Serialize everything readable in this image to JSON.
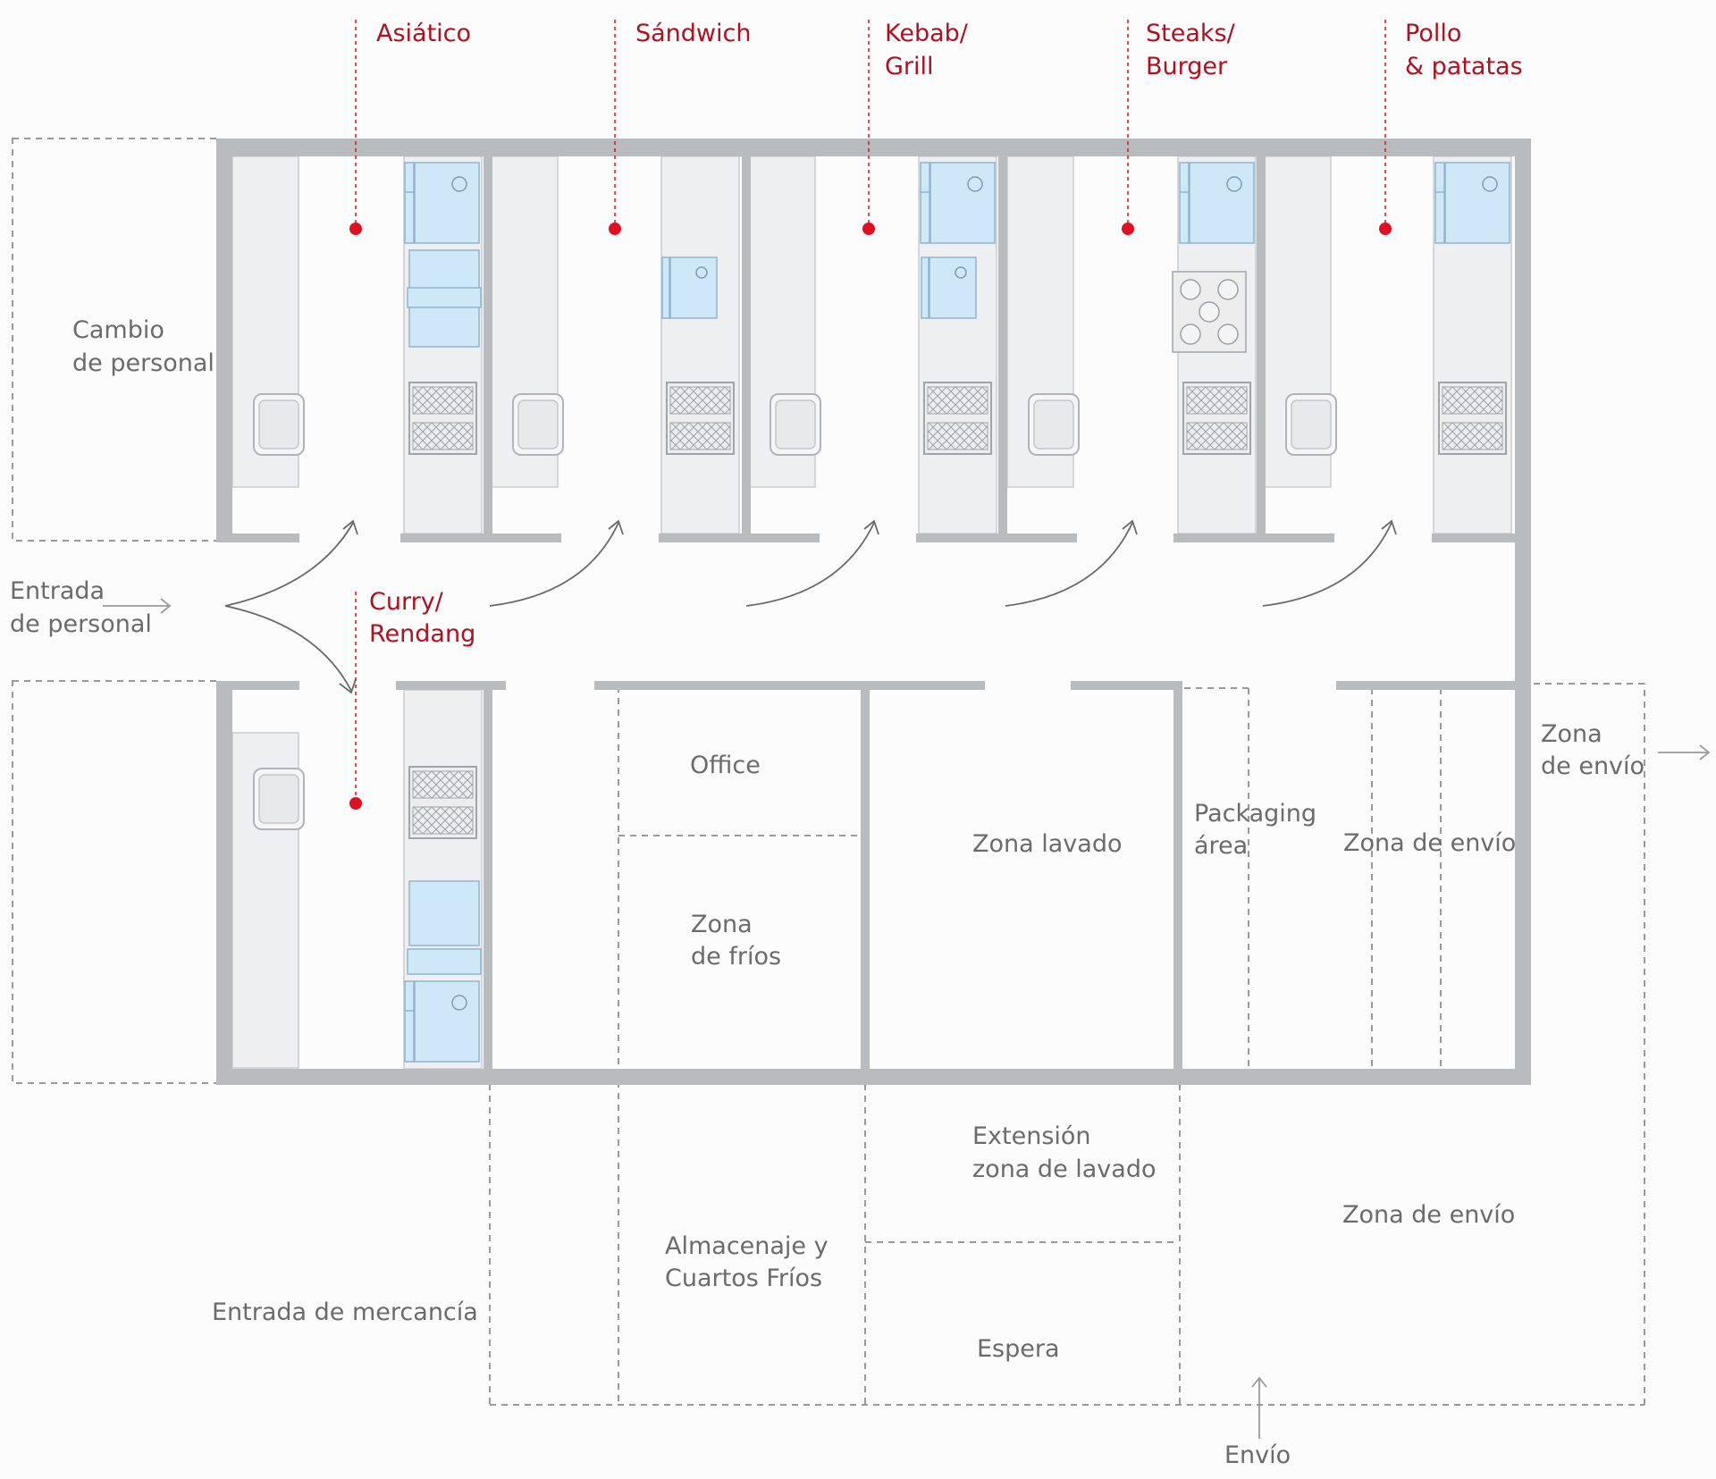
{
  "kitchens": {
    "asiatico": [
      "Asiático"
    ],
    "sandwich": [
      "Sándwich"
    ],
    "kebab": [
      "Kebab/",
      "Grill"
    ],
    "steaks": [
      "Steaks/",
      "Burger"
    ],
    "pollo": [
      "Pollo",
      "& patatas"
    ],
    "curry": [
      "Curry/",
      "Rendang"
    ]
  },
  "zones": {
    "cambio_personal": [
      "Cambio",
      "de personal"
    ],
    "entrada_personal": [
      "Entrada",
      "de personal"
    ],
    "office": [
      "Office"
    ],
    "zona_frios": [
      "Zona",
      "de fríos"
    ],
    "zona_lavado": [
      "Zona lavado"
    ],
    "packaging": [
      "Packaging",
      "área"
    ],
    "zona_envio_inner": [
      "Zona de envío"
    ],
    "zona_envio_side": [
      "Zona",
      "de envío"
    ],
    "extension_lavado": [
      "Extensión",
      "zona de lavado"
    ],
    "zona_envio_lower": [
      "Zona de envío"
    ],
    "almacenaje": [
      "Almacenaje y",
      "Cuartos Fríos"
    ],
    "espera": [
      "Espera"
    ],
    "entrada_mercancia": [
      "Entrada de mercancía"
    ],
    "envio": [
      "Envío"
    ]
  },
  "colors": {
    "wall": "#b9bcbf",
    "kitchen_label": "#b01020",
    "zone_label": "#6b6b6b",
    "marker": "#e01020",
    "appliance": "#cfe8f8",
    "counter": "#eeeff1",
    "dashed": "#9a9a9a"
  }
}
